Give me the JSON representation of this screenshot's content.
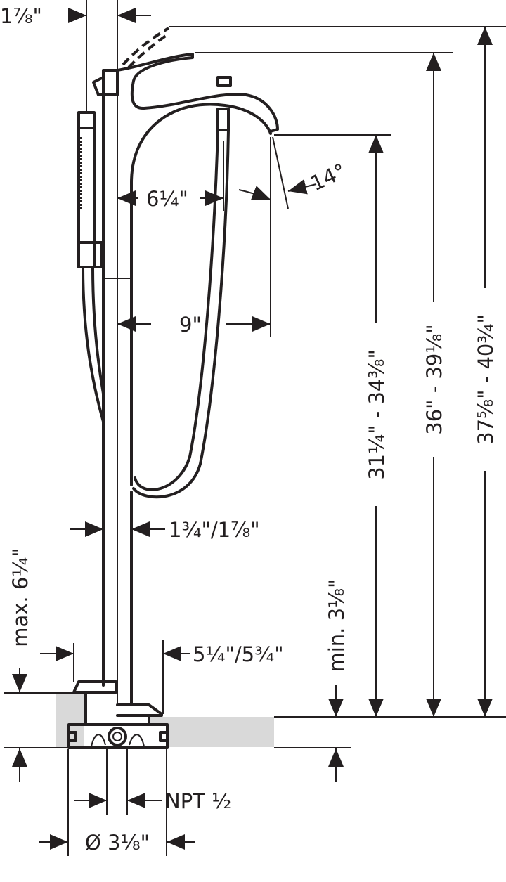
{
  "title": "Freestanding tub filler dimension drawing",
  "colors": {
    "line": "#231f20",
    "floor": "#d9d9d9"
  },
  "dimensions": {
    "handshower_offset": "1⅞\"",
    "spout_inner": "6¼\"",
    "spout_angle": "14°",
    "spout_reach": "9\"",
    "spout_height": "31¼\" - 34⅜\"",
    "lever_height": "36\" - 39⅛\"",
    "lever_open_height": "37⅝\" - 40¾\"",
    "column_diameter": "1¾\"/1⅞\"",
    "max_floor": "max. 6¼\"",
    "base_offset": "5¼\"/5¾\"",
    "min_floor": "min. 3⅛\"",
    "supply": "NPT ½",
    "base_diameter": "Ø 3⅛\""
  }
}
